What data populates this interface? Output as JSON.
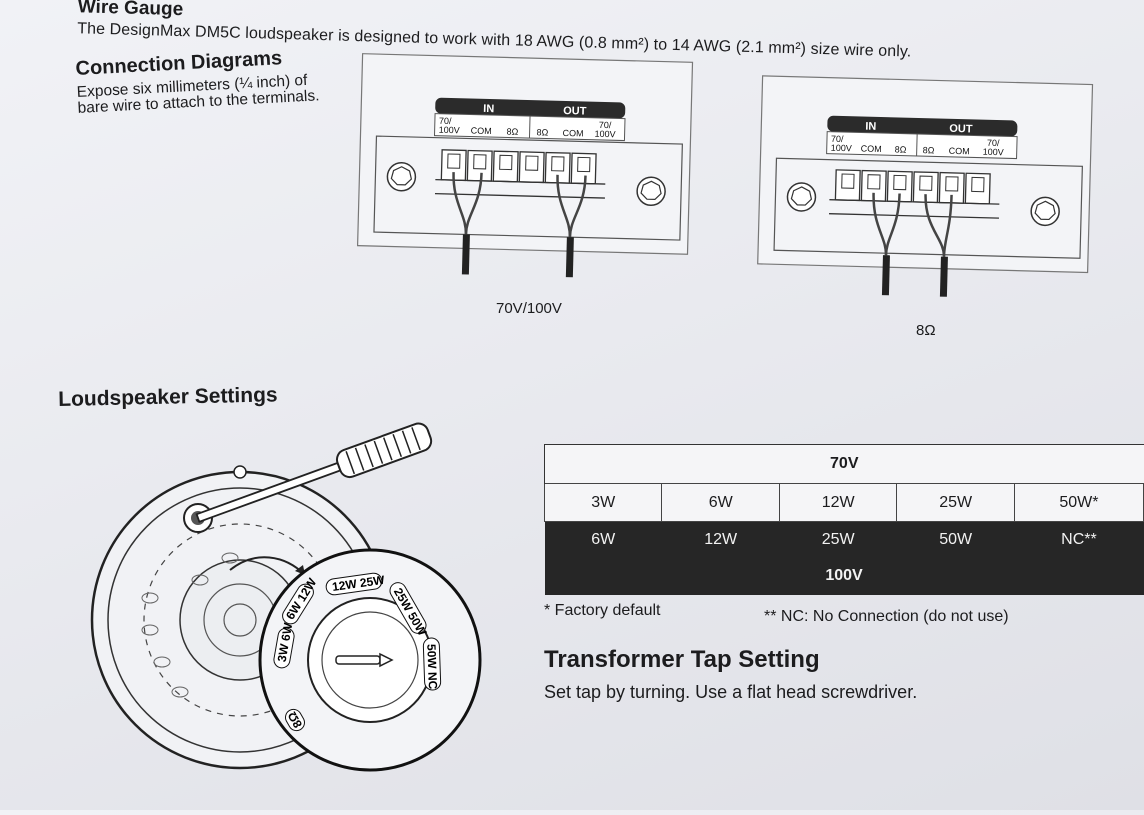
{
  "wire_gauge": {
    "title": "Wire Gauge",
    "text": "The DesignMax DM5C loudspeaker is designed to work with 18 AWG (0.8 mm²) to 14 AWG (2.1 mm²) size wire only."
  },
  "connection": {
    "title": "Connection Diagrams",
    "text": "Expose six millimeters (¼ inch) of bare wire to attach to the terminals."
  },
  "diagram_left": {
    "in_label": "IN",
    "out_label": "OUT",
    "terminals": [
      "70/ 100V",
      "COM",
      "8Ω",
      "8Ω",
      "COM",
      "70/ 100V"
    ],
    "caption": "70V/100V"
  },
  "diagram_right": {
    "in_label": "IN",
    "out_label": "OUT",
    "terminals": [
      "70/ 100V",
      "COM",
      "8Ω",
      "8Ω",
      "COM",
      "70/ 100V"
    ],
    "caption": "8Ω"
  },
  "loudspeaker_settings": {
    "title": "Loudspeaker Settings",
    "dial_labels": [
      "3W 6W",
      "6W 12W",
      "12W 25W",
      "25W 50W",
      "50W NC",
      "8Ω"
    ]
  },
  "tap_table": {
    "header_70v": "70V",
    "row_70v": [
      "3W",
      "6W",
      "12W",
      "25W",
      "50W*"
    ],
    "row_100v": [
      "6W",
      "12W",
      "25W",
      "50W",
      "NC**"
    ],
    "header_100v": "100V"
  },
  "notes": {
    "factory_default": "* Factory default",
    "nc": "** NC: No Connection (do not use)"
  },
  "transformer": {
    "title": "Transformer Tap Setting",
    "text": "Set tap by turning. Use a flat head screwdriver."
  }
}
